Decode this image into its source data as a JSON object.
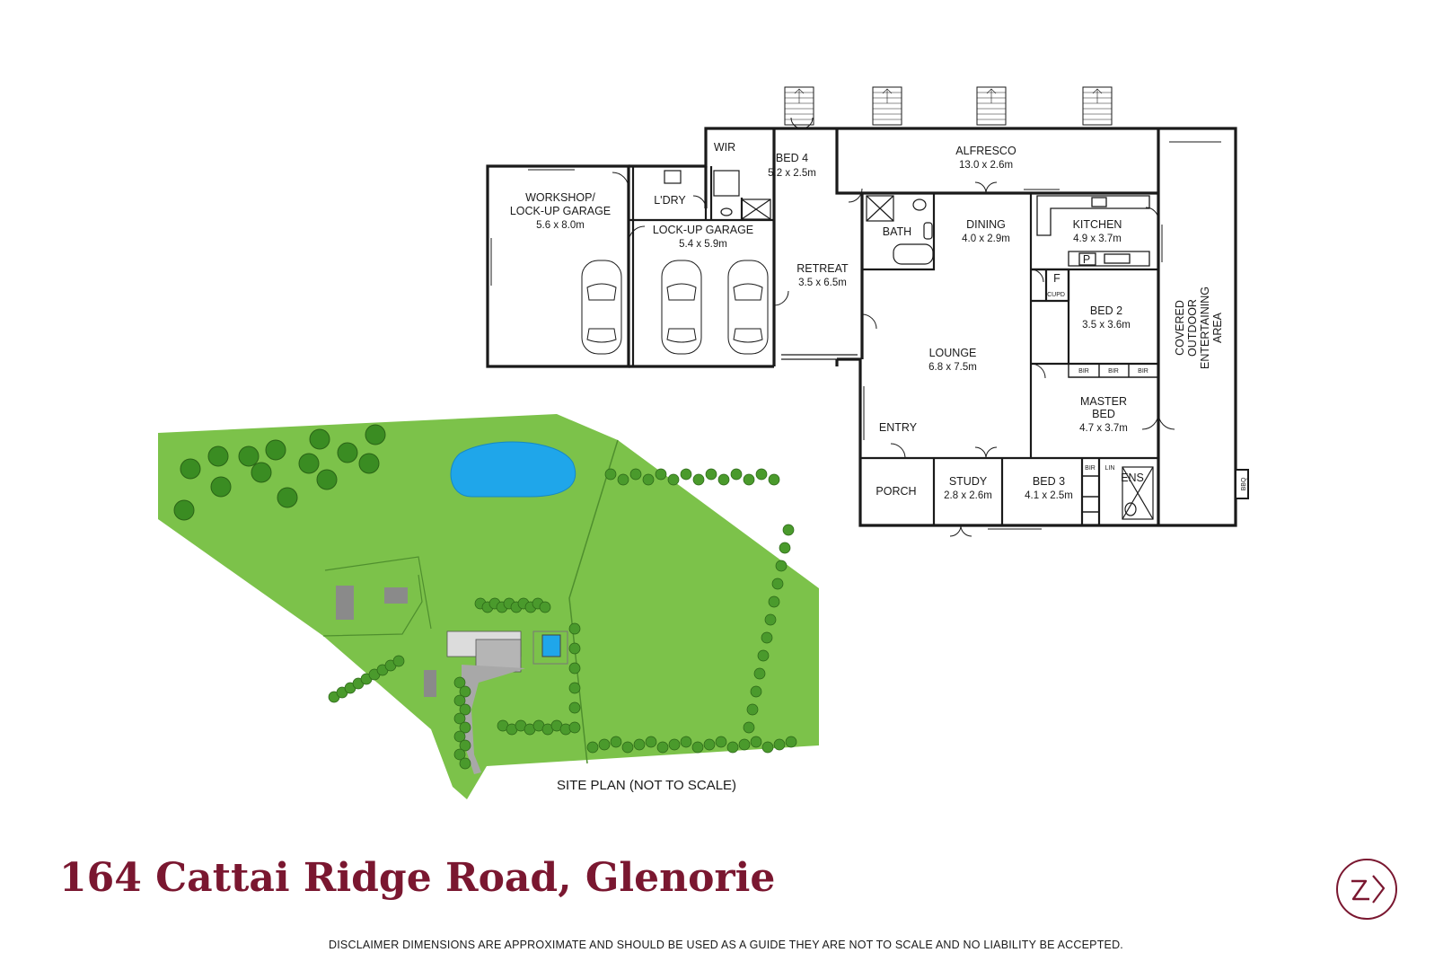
{
  "listing": {
    "address": "164 Cattai Ridge Road, Glenorie",
    "disclaimer": "DISCLAIMER DIMENSIONS ARE APPROXIMATE AND SHOULD BE USED AS A GUIDE THEY ARE NOT TO SCALE AND NO LIABILITY BE ACCEPTED."
  },
  "site_plan": {
    "caption": "SITE PLAN (NOT TO SCALE)"
  },
  "colors": {
    "brand": "#7a1730",
    "lawn": "#7cc24a",
    "tree": "#3a8c22",
    "pool": "#1fa6ea",
    "wall": "#1a1a1a"
  },
  "rooms": {
    "workshop": {
      "name1": "WORKSHOP/",
      "name2": "LOCK-UP GARAGE",
      "dim": "5.6 x 8.0m"
    },
    "laundry": {
      "name": "L'DRY"
    },
    "lockup_garage": {
      "name": "LOCK-UP GARAGE",
      "dim": "5.4 x 5.9m"
    },
    "wir": {
      "name": "WIR"
    },
    "bed4": {
      "name": "BED 4",
      "dim": "5.2 x 2.5m"
    },
    "retreat": {
      "name": "RETREAT",
      "dim": "3.5 x 6.5m"
    },
    "alfresco": {
      "name": "ALFRESCO",
      "dim": "13.0 x 2.6m"
    },
    "bath": {
      "name": "BATH"
    },
    "dining": {
      "name": "DINING",
      "dim": "4.0 x 2.9m"
    },
    "kitchen": {
      "name": "KITCHEN",
      "dim": "4.9 x 3.7m"
    },
    "pantry": {
      "name": "P"
    },
    "fridge": {
      "name": "F"
    },
    "cupd": {
      "name": "CUPD"
    },
    "bed2": {
      "name": "BED 2",
      "dim": "3.5 x 3.6m"
    },
    "lounge": {
      "name": "LOUNGE",
      "dim": "6.8 x 7.5m"
    },
    "covered": {
      "name1": "COVERED",
      "name2": "OUTDOOR",
      "name3": "ENTERTAINING",
      "name4": "AREA"
    },
    "bir": {
      "name": "BIR"
    },
    "lin": {
      "name": "LIN"
    },
    "master": {
      "name1": "MASTER",
      "name2": "BED",
      "dim": "4.7 x 3.7m"
    },
    "entry": {
      "name": "ENTRY"
    },
    "porch": {
      "name": "PORCH"
    },
    "study": {
      "name": "STUDY",
      "dim": "2.8 x 2.6m"
    },
    "bed3": {
      "name": "BED 3",
      "dim": "4.1 x 2.5m"
    },
    "ens": {
      "name": "ENS"
    },
    "bbq": {
      "name": "BBQ"
    }
  }
}
